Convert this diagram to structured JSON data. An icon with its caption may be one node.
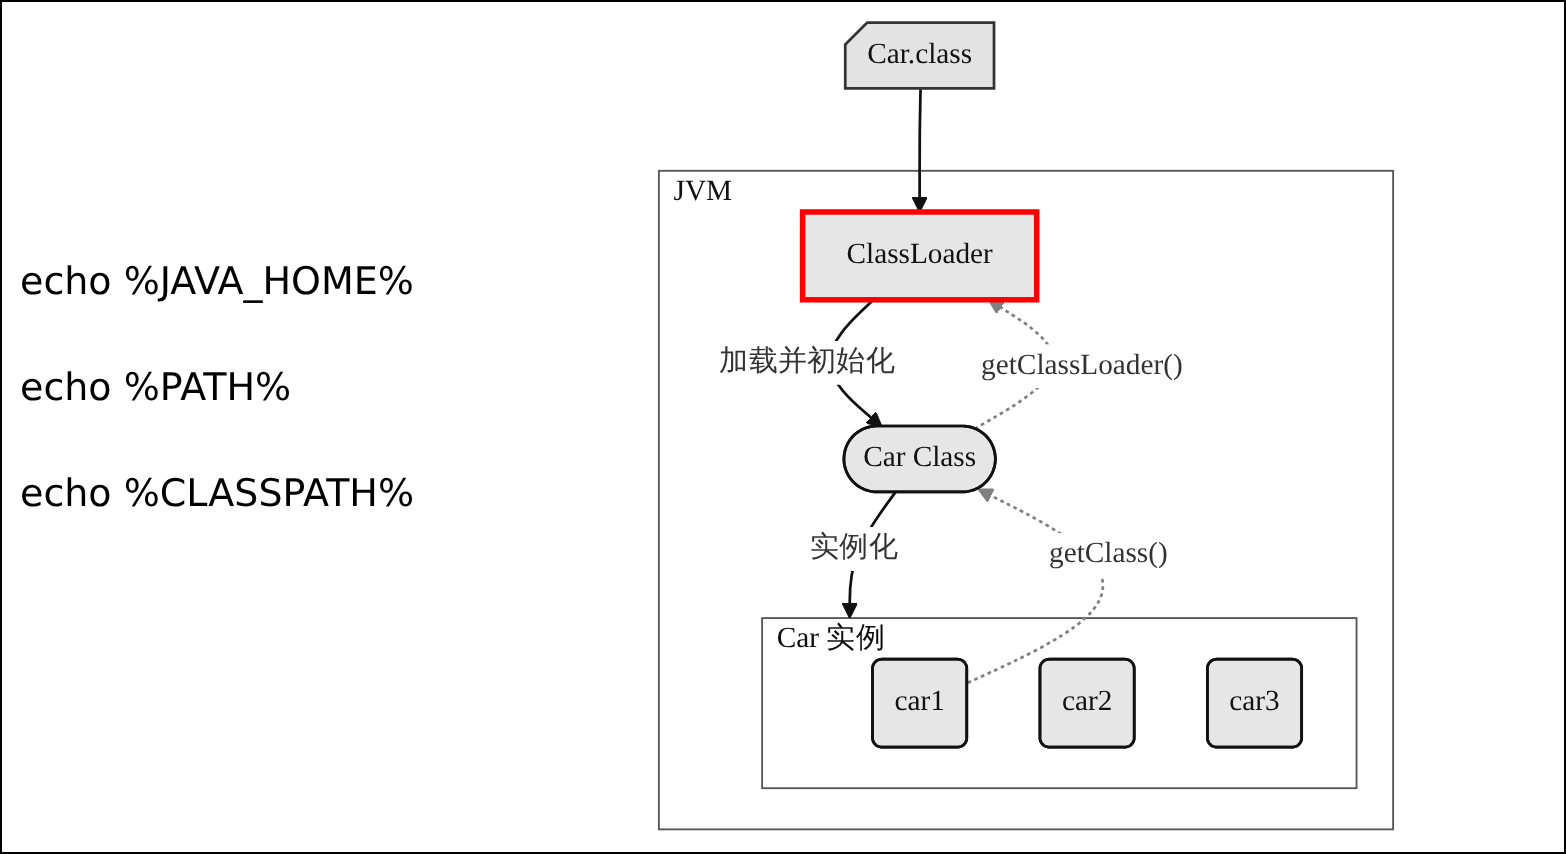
{
  "diagram": {
    "nodes": [
      {
        "text": [
          "Car.class"
        ]
      },
      {
        "text": [
          "JVM"
        ]
      },
      {
        "text": [
          "Car 实例"
        ],
        "in": 1
      },
      {
        "text": [
          "car1"
        ],
        "in": 2
      },
      {
        "text": [
          "car2"
        ],
        "in": 2
      },
      {
        "text": [
          "car3"
        ],
        "in": 2
      },
      {
        "text": [
          "ClassLoader"
        ],
        "in": 1
      },
      {
        "text": [
          "Car Class"
        ],
        "in": 1
      }
    ],
    "edges": [
      {
        "from": 0,
        "to": 6,
        "arrow": "to"
      },
      {
        "from": 6,
        "to": 7,
        "arrow": "to",
        "label": "加载并初始化"
      },
      {
        "from": 3,
        "to": 7,
        "arrow": "to",
        "label": "getClass()",
        "style": "dashed",
        "color": "#808080"
      },
      {
        "from": 7,
        "to": 6,
        "arrow": "to",
        "label": "getClassLoader()",
        "style": "dashed",
        "color": "#808080"
      },
      {
        "from": 7,
        "to": 2,
        "arrow": "to",
        "label": "实例化"
      }
    ],
    "labels": [
      "echo %JAVA_HOME%",
      "echo %PATH%",
      "echo %CLASSPATH%"
    ]
  }
}
